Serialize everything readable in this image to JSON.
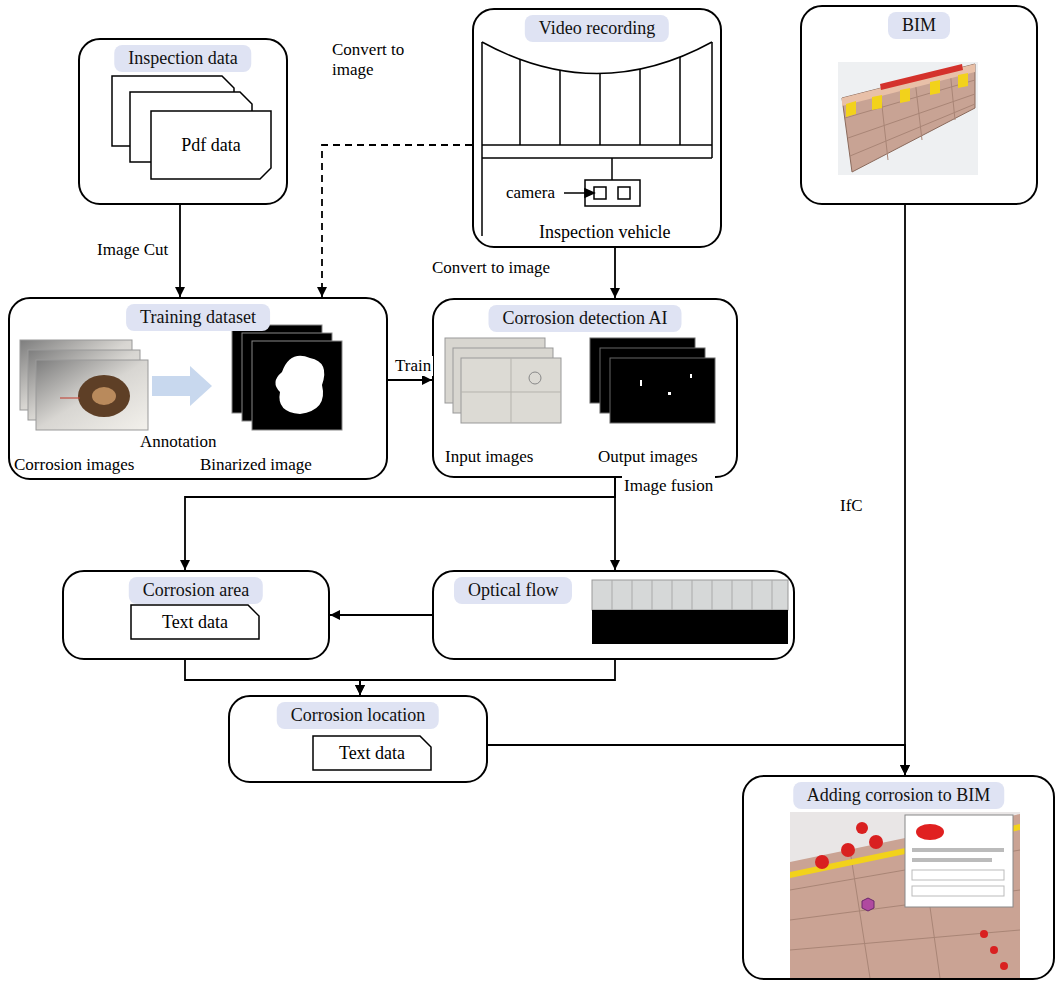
{
  "diagram": {
    "nodes": [
      {
        "text": [
          "Inspection data"
        ]
      },
      {
        "text": [
          "Pdf data"
        ],
        "in": 0
      },
      {
        "text": [
          "Video recording",
          "Inspection vehicle"
        ]
      },
      {
        "text": [
          "BIM"
        ]
      },
      {
        "text": [
          "Training dataset"
        ]
      },
      {
        "text": [
          "Corrosion detection AI"
        ]
      },
      {
        "text": [
          "Corrosion area"
        ]
      },
      {
        "text": [
          "Text data"
        ],
        "in": 6
      },
      {
        "text": [
          "Optical flow"
        ]
      },
      {
        "text": [
          "Corrosion location"
        ]
      },
      {
        "text": [
          "Text data"
        ],
        "in": 9
      },
      {
        "text": [
          "Adding corrosion to BIM"
        ]
      }
    ],
    "edges": [
      {
        "from": 0,
        "to": 4,
        "label": "Image Cut",
        "arrow": "to"
      },
      {
        "from": 2,
        "to": 4,
        "label": "Convert to image",
        "arrow": "to"
      },
      {
        "from": 2,
        "to": 5,
        "label": "Convert to image",
        "arrow": "to"
      },
      {
        "from": 4,
        "to": 5,
        "label": "Train",
        "arrow": "to"
      },
      {
        "from": 5,
        "to": 6,
        "arrow": "to"
      },
      {
        "from": 5,
        "to": 8,
        "label": "Image fusion",
        "arrow": "to"
      },
      {
        "from": 8,
        "to": 6,
        "arrow": "to"
      },
      {
        "from": 6,
        "to": 9,
        "arrow": "to"
      },
      {
        "from": 8,
        "to": 9,
        "arrow": "to"
      },
      {
        "from": 9,
        "to": 11,
        "arrow": "to"
      },
      {
        "from": 3,
        "to": 11,
        "label": "IfC",
        "arrow": "to"
      }
    ],
    "labels": [
      "camera",
      "Annotation",
      "Corrosion images",
      "Binarized image",
      "Input images",
      "Output images"
    ]
  }
}
